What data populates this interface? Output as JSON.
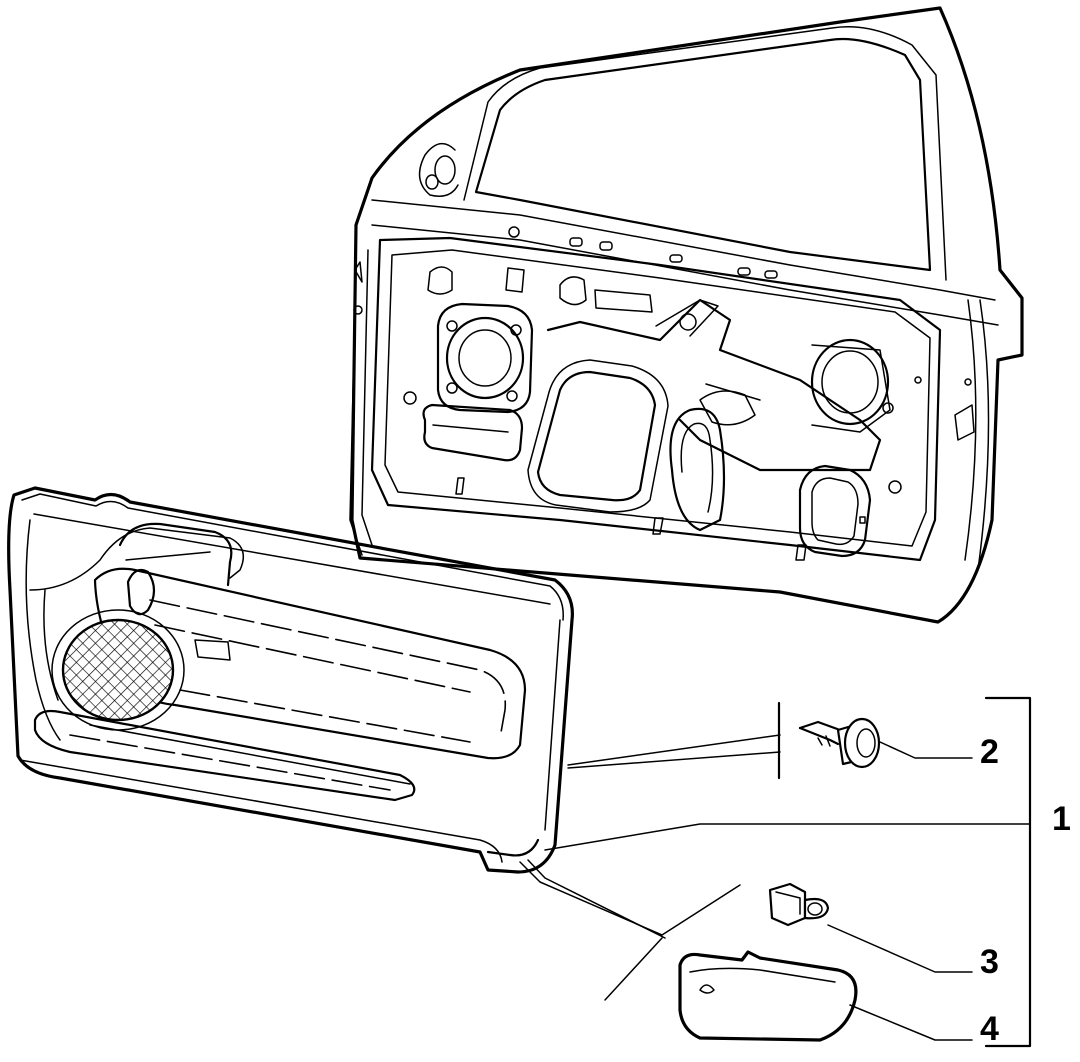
{
  "callouts": [
    {
      "id": "1",
      "label": "1"
    },
    {
      "id": "2",
      "label": "2"
    },
    {
      "id": "3",
      "label": "3"
    },
    {
      "id": "4",
      "label": "4"
    }
  ],
  "colors": {
    "line": "#000000",
    "background": "#ffffff"
  },
  "icons": [
    "door-frame-icon",
    "door-trim-panel-icon",
    "push-clip-icon",
    "bulb-holder-icon",
    "courtesy-lamp-icon"
  ]
}
